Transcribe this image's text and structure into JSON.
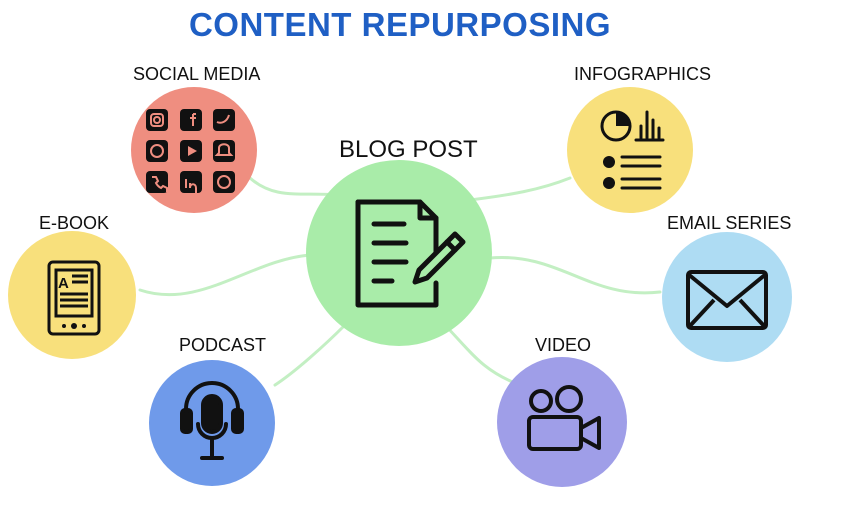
{
  "title": "CONTENT REPURPOSING",
  "center": {
    "label": "BLOG POST",
    "color": "#a9eca9"
  },
  "nodes": {
    "social_media": {
      "label": "SOCIAL MEDIA",
      "color": "#ef8e80",
      "icon": "social-media-icons-grid"
    },
    "infographics": {
      "label": "INFOGRAPHICS",
      "color": "#f8e07c",
      "icon": "pie-chart-list-icon"
    },
    "ebook": {
      "label": "E-BOOK",
      "color": "#f8e07c",
      "icon": "e-reader-icon"
    },
    "email_series": {
      "label": "EMAIL SERIES",
      "color": "#aedcf3",
      "icon": "envelope-icon"
    },
    "podcast": {
      "label": "PODCAST",
      "color": "#6f9aea",
      "icon": "podcast-microphone-icon"
    },
    "video": {
      "label": "VIDEO",
      "color": "#9f9ee8",
      "icon": "video-camera-icon"
    }
  },
  "connector_color": "#c3efc3"
}
